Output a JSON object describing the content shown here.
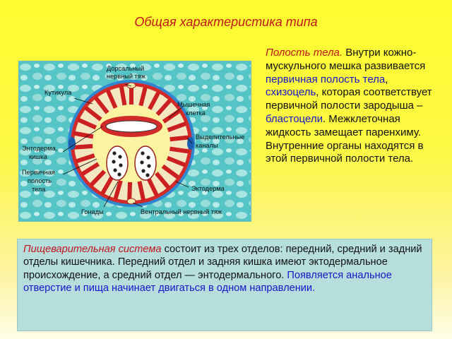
{
  "title": "Общая характеристика типа",
  "figure": {
    "labels": {
      "dorsal": [
        "Дорсальный",
        "нервный тяж"
      ],
      "cuticle": "Кутикула",
      "muscle": [
        "Мышечная",
        "клетка"
      ],
      "excretory": [
        "Выделительные",
        "каналы"
      ],
      "endoderm": [
        "Энтодерма,",
        "кишка"
      ],
      "cavity": [
        "Первичная",
        "полость",
        "тела"
      ],
      "ectoderm": "Эктодерма",
      "gonads": "Гонады",
      "ventral": "Вентральный нервный тяж"
    }
  },
  "side": {
    "heading": "Полость тела.",
    "t1": " Внутри кожно-мускульного мешка развивается ",
    "b1": "первичная полость тела",
    "t2": ", ",
    "b2": "схизоцель",
    "t3": ", которая соответствует первичной полости зародыша – ",
    "b3": "бластоцели",
    "t4": ". Межклеточная жидкость замещает паренхиму. Внутренние органы находятся в этой первичной полости тела."
  },
  "bottom": {
    "heading": "Пищеварительная система",
    "t1": " состоит из трех отделов: передний, средний и задний отделы кишечника. Передний отдел и задняя кишка имеют эктодермальное происхождение, а средний отдел — энтодермального. ",
    "b1": "Появляется анальное отверстие и пища начинает двигаться в одном направлении."
  },
  "colors": {
    "title": "#c0161c",
    "highlight_blue": "#1515c8",
    "panel": "#b6dedd"
  }
}
